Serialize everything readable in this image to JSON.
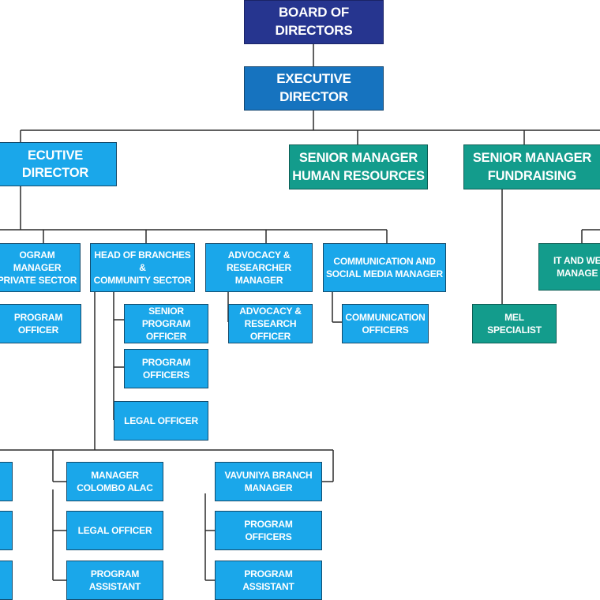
{
  "colors": {
    "navy": "#26358f",
    "executive": "#1673bf",
    "teal": "#139c8c",
    "cyan": "#1aa7ea",
    "line": "#2b2b2b"
  },
  "boxes": {
    "board": "BOARD OF DIRECTORS",
    "executive_director": "EXECUTIVE DIRECTOR",
    "deputy_director": "ECUTIVE DIRECTOR",
    "senior_manager_hr": "SENIOR MANAGER\nHUMAN RESOURCES",
    "senior_manager_fundraising": "SENIOR MANAGER\nFUNDRAISING",
    "program_manager_private": "OGRAM MANAGER\nPRIVATE SECTOR",
    "head_of_branches": "HEAD OF BRANCHES &\nCOMMUNITY SECTOR",
    "advocacy_manager": "ADVOCACY &\nRESEARCHER MANAGER",
    "communication_manager": "COMMUNICATION AND\nSOCIAL MEDIA MANAGER",
    "it_manager": "IT AND WE\nMANAGE",
    "program_officer_private": "PROGRAM\nOFFICER",
    "senior_program_officer": "SENIOR\nPROGRAM OFFICER",
    "program_officers_community": "PROGRAM\nOFFICERS",
    "legal_officer_community": "LEGAL OFFICER",
    "advocacy_officer": "ADVOCACY &\nRESEARCH OFFICER",
    "communication_officers": "COMMUNICATION\nOFFICERS",
    "mel_specialist": "MEL\nSPECIALIST",
    "manager_colombo": "MANAGER\nCOLOMBO ALAC",
    "legal_officer_colombo": "LEGAL OFFICER",
    "program_assistant_colombo": "PROGRAM\nASSISTANT",
    "vavuniya_manager": "VAVUNIYA BRANCH\nMANAGER",
    "program_officers_vavuniya": "PROGRAM\nOFFICERS",
    "program_assistant_vavuniya": "PROGRAM\nASSISTANT"
  }
}
